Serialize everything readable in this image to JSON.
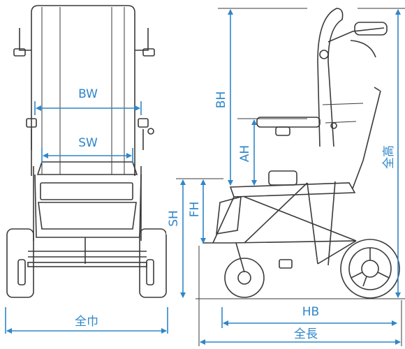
{
  "labels": {
    "back_width": "BW",
    "seat_width": "SW",
    "overall_width": "全巾",
    "backrest_height": "BH",
    "armrest_height": "AH",
    "seat_height": "SH",
    "floor_height": "FH",
    "overall_height": "全高",
    "wheelbase": "HB",
    "overall_length": "全長"
  },
  "colors": {
    "dimension": "#2f86c9",
    "drawing": "#3a3a3a",
    "background": "#ffffff"
  }
}
